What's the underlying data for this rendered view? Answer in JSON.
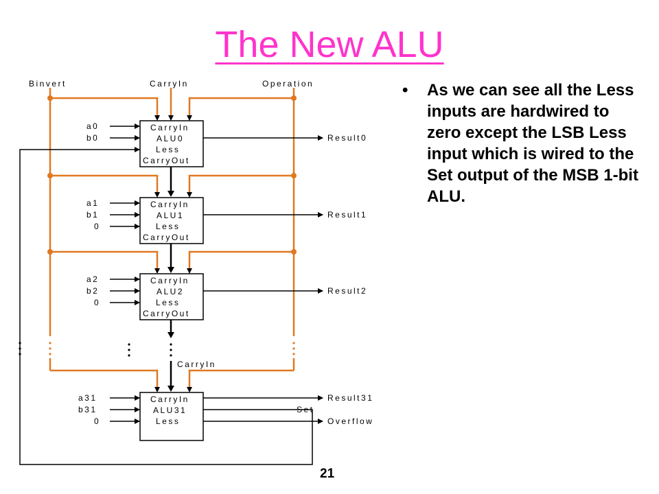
{
  "slide": {
    "title": "The New ALU",
    "bullet": "As we can see all the Less inputs are hardwired to zero except the LSB Less input which is wired to the Set output of the MSB 1-bit ALU.",
    "page_number": "21"
  },
  "diagram": {
    "control_labels": {
      "binvert": "Binvert",
      "carryin": "CarryIn",
      "operation": "Operation"
    },
    "alu0": {
      "carryin": "CarryIn",
      "name": "ALU0",
      "less": "Less",
      "carryout": "CarryOut",
      "in_a": "a0",
      "in_b": "b0",
      "result": "Result0"
    },
    "alu1": {
      "carryin": "CarryIn",
      "name": "ALU1",
      "less": "Less",
      "carryout": "CarryOut",
      "in_a": "a1",
      "in_b": "b1",
      "in_less": "0",
      "result": "Result1"
    },
    "alu2": {
      "carryin": "CarryIn",
      "name": "ALU2",
      "less": "Less",
      "carryout": "CarryOut",
      "in_a": "a2",
      "in_b": "b2",
      "in_less": "0",
      "result": "Result2"
    },
    "alu31": {
      "carryin": "CarryIn",
      "name": "ALU31",
      "less": "Less",
      "in_a": "a31",
      "in_b": "b31",
      "in_less": "0",
      "result": "Result31",
      "set": "Set",
      "overflow": "Overflow"
    },
    "carryin_label": "CarryIn",
    "colors": {
      "control_wire": "#e07820",
      "title": "#ff33cc"
    }
  }
}
